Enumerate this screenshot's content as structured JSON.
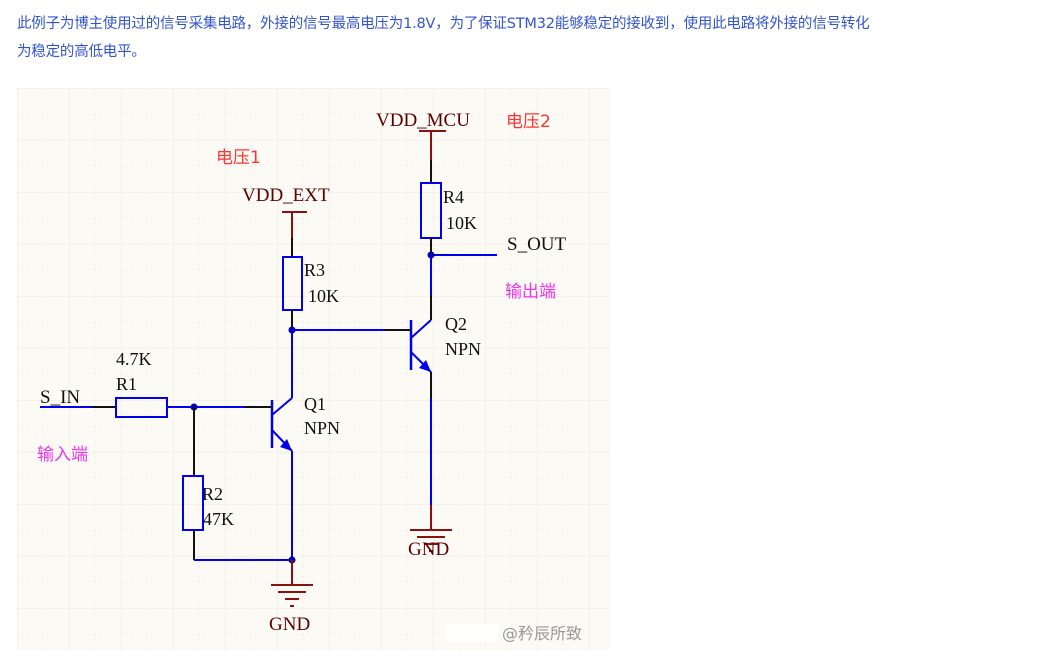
{
  "paragraph": {
    "line1": "此例子为博主使用过的信号采集电路，外接的信号最高电压为1.8V，为了保证STM32能够稳定的接收到，使用此电路将外接的信号转化",
    "line2": "为稳定的高低电平。"
  },
  "schematic": {
    "vdd_mcu": "VDD_MCU",
    "voltage2": "电压2",
    "voltage1": "电压1",
    "vdd_ext": "VDD_EXT",
    "r4": {
      "ref": "R4",
      "value": "10K"
    },
    "r3": {
      "ref": "R3",
      "value": "10K"
    },
    "r1": {
      "ref": "R1",
      "value": "4.7K"
    },
    "r2": {
      "ref": "R2",
      "value": "47K"
    },
    "q1": {
      "ref": "Q1",
      "type": "NPN"
    },
    "q2": {
      "ref": "Q2",
      "type": "NPN"
    },
    "s_out": "S_OUT",
    "output_label": "输出端",
    "s_in": "S_IN",
    "input_label": "输入端",
    "gnd1": "GND",
    "gnd2": "GND",
    "watermark": "@矜辰所致",
    "colors": {
      "wire": "#0000ee",
      "power": "#8b1010",
      "annotation_red": "#ff3333",
      "annotation_magenta": "#ee33ee",
      "text": "#5a0000"
    }
  }
}
